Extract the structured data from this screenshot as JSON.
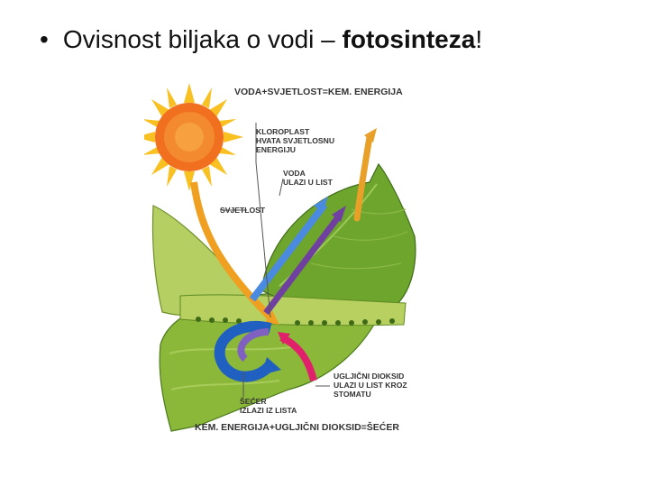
{
  "slide": {
    "bullet": "•",
    "title_plain": "Ovisnost biljaka o vodi – ",
    "title_emphasis": "fotosinteza",
    "title_end": "!"
  },
  "diagram": {
    "header": "VODA+SVJETLOST=KEM. ENERGIJA",
    "kloroplast": [
      "KLOROPLAST",
      "HVATA SVJETLOSNU",
      "ENERGIJU"
    ],
    "voda": [
      "VODA",
      "ULAZI U LIST"
    ],
    "svjetlost": "SVJETLOST",
    "ugljicni": [
      "UGLJIČNI DIOKSID",
      "ULAZI U LIST KROZ",
      "STOMATU"
    ],
    "secer": [
      "ŠEĆER",
      "IZLAZI IZ LISTA"
    ],
    "footer": "KEM. ENERGIJA+UGLJIČNI DIOKSID=ŠEĆER",
    "colors": {
      "sun": "#f07020",
      "sun_rays": "#f8c020",
      "leaf": "#6ea52c",
      "leaf_light": "#b8d060",
      "water_arrow": "#4a8ae0",
      "light_arrow": "#f0a020",
      "sugar_arrow": "#2060c0",
      "co2_arrow": "#e0206a",
      "purple_arrow": "#7040a0"
    }
  }
}
